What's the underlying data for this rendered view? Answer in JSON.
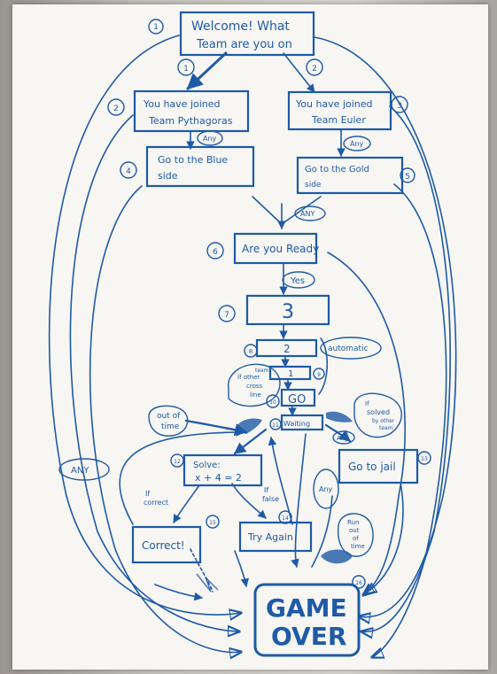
{
  "nodes": {
    "welcome": {
      "line1": "Welcome! What",
      "line2": "Team are you on"
    },
    "pythagoras": {
      "line1": "You have joined",
      "line2": "Team Pythagoras"
    },
    "euler": {
      "line1": "You have joined",
      "line2": "Team Euler"
    },
    "blue_side": {
      "line1": "Go to the Blue",
      "line2": "side"
    },
    "gold_side": {
      "line1": "Go to the Gold",
      "line2": "side"
    },
    "ready": "Are you Ready",
    "three": "3",
    "two": "2",
    "one": "1",
    "go": "GO",
    "waiting": "Waiting",
    "solve": {
      "line1": "Solve:",
      "line2": "x + 4 = 2"
    },
    "jail": "Go to jail",
    "correct": "Correct!",
    "try_again": "Try Again",
    "game_over": {
      "line1": "GAME",
      "line2": "OVER"
    }
  },
  "numbers": {
    "n1": "1",
    "n2": "2",
    "n3": "3",
    "n4": "4",
    "n5": "5",
    "n6": "6",
    "n7": "7",
    "n8": "8",
    "n9": "9",
    "n10": "10",
    "n11": "11",
    "n12": "12",
    "n13": "13",
    "n14": "14",
    "n15": "15",
    "n16": "16"
  },
  "edge_labels": {
    "choice1": "1",
    "choice2": "2",
    "any_py": "Any",
    "any_eu": "Any",
    "any_merge": "ANY",
    "yes": "Yes",
    "automatic": "automatic",
    "other_team_cross": {
      "l1": "If other",
      "l2": "team",
      "l3": "cross",
      "l4": "line"
    },
    "solved_other": {
      "l1": "If",
      "l2": "solved",
      "l3": "by other",
      "l4": "team"
    },
    "any_jail": "Any",
    "out_of_time": {
      "l1": "out of",
      "l2": "time"
    },
    "any_left": "ANY",
    "if_correct": {
      "l1": "If",
      "l2": "correct"
    },
    "if_false": {
      "l1": "If",
      "l2": "false"
    },
    "any_bottom": "Any",
    "run_out": {
      "l1": "Run",
      "l2": "out",
      "l3": "of",
      "l4": "time"
    }
  },
  "colors": {
    "ink": "#1f5aa6",
    "paper": "#f7f6f2"
  }
}
